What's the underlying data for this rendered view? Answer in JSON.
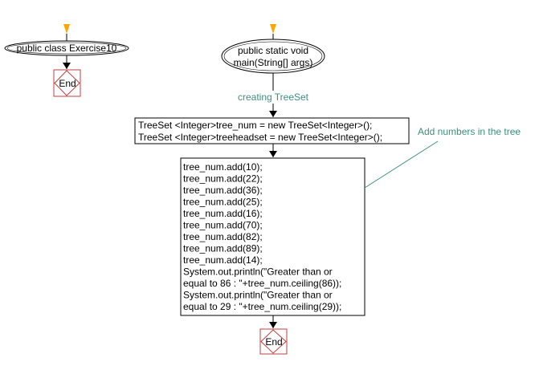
{
  "class_flow": {
    "start_label": "public class Exercise10",
    "end_label": "End"
  },
  "main_flow": {
    "start_label_lines": [
      "public static void",
      "main(String[] args)"
    ],
    "section_label": "creating TreeSet",
    "declaration_lines": [
      "TreeSet <Integer>tree_num = new TreeSet<Integer>();",
      "TreeSet <Integer>treeheadset = new TreeSet<Integer>();"
    ],
    "body_lines": [
      "tree_num.add(10);",
      "tree_num.add(22);",
      "tree_num.add(36);",
      "tree_num.add(25);",
      "tree_num.add(16);",
      "tree_num.add(70);",
      "tree_num.add(82);",
      "tree_num.add(89);",
      "tree_num.add(14);",
      "System.out.println(\"Greater than or",
      "equal to 86 : \"+tree_num.ceiling(86));",
      "System.out.println(\"Greater than or",
      "equal to 29 : \"+tree_num.ceiling(29));"
    ],
    "end_label": "End"
  },
  "comment": {
    "text": "Add numbers in the tree"
  },
  "colors": {
    "start_marker": "#ffa500",
    "arrow": "#000000",
    "end_border": "#c04040",
    "note_text": "#3e8e7e",
    "note_line": "#3e8e7e",
    "box_border": "#000000"
  }
}
